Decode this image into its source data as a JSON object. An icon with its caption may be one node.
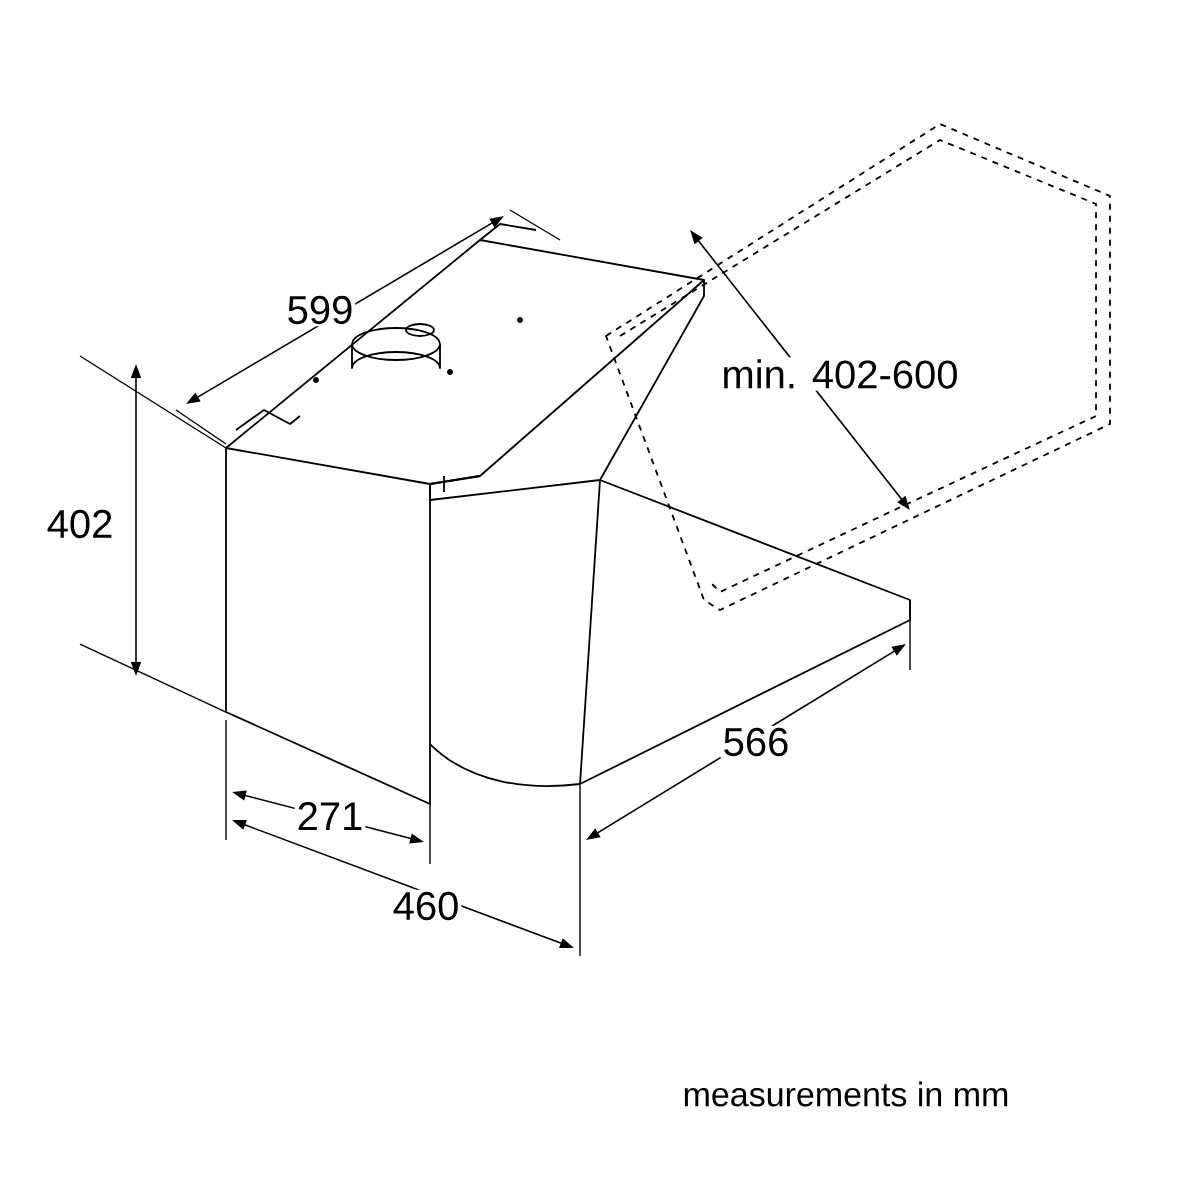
{
  "diagram": {
    "labels": [
      "599",
      "402",
      "min. 402-600",
      "566",
      "271",
      "460",
      "measurements in mm"
    ]
  }
}
